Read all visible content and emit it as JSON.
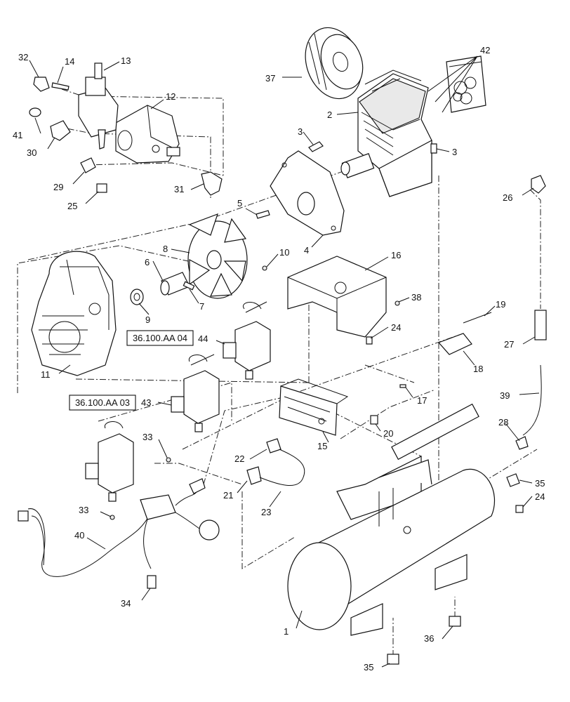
{
  "callouts": [
    {
      "id": "32",
      "label": "32"
    },
    {
      "id": "14",
      "label": "14"
    },
    {
      "id": "13",
      "label": "13"
    },
    {
      "id": "12",
      "label": "12"
    },
    {
      "id": "41",
      "label": "41"
    },
    {
      "id": "30",
      "label": "30"
    },
    {
      "id": "29",
      "label": "29"
    },
    {
      "id": "25",
      "label": "25"
    },
    {
      "id": "31",
      "label": "31"
    },
    {
      "id": "37",
      "label": "37"
    },
    {
      "id": "42",
      "label": "42"
    },
    {
      "id": "2",
      "label": "2"
    },
    {
      "id": "3a",
      "label": "3"
    },
    {
      "id": "3b",
      "label": "3"
    },
    {
      "id": "26",
      "label": "26"
    },
    {
      "id": "5",
      "label": "5"
    },
    {
      "id": "4",
      "label": "4"
    },
    {
      "id": "8",
      "label": "8"
    },
    {
      "id": "6",
      "label": "6"
    },
    {
      "id": "10",
      "label": "10"
    },
    {
      "id": "9",
      "label": "9"
    },
    {
      "id": "7",
      "label": "7"
    },
    {
      "id": "16",
      "label": "16"
    },
    {
      "id": "38",
      "label": "38"
    },
    {
      "id": "19",
      "label": "19"
    },
    {
      "id": "24a",
      "label": "24"
    },
    {
      "id": "27",
      "label": "27"
    },
    {
      "id": "44",
      "label": "44"
    },
    {
      "id": "18",
      "label": "18"
    },
    {
      "id": "11",
      "label": "11"
    },
    {
      "id": "43",
      "label": "43"
    },
    {
      "id": "17",
      "label": "17"
    },
    {
      "id": "39",
      "label": "39"
    },
    {
      "id": "20",
      "label": "20"
    },
    {
      "id": "15",
      "label": "15"
    },
    {
      "id": "28",
      "label": "28"
    },
    {
      "id": "33a",
      "label": "33"
    },
    {
      "id": "22",
      "label": "22"
    },
    {
      "id": "21",
      "label": "21"
    },
    {
      "id": "23",
      "label": "23"
    },
    {
      "id": "35a",
      "label": "35"
    },
    {
      "id": "24b",
      "label": "24"
    },
    {
      "id": "33b",
      "label": "33"
    },
    {
      "id": "40",
      "label": "40"
    },
    {
      "id": "34",
      "label": "34"
    },
    {
      "id": "1",
      "label": "1"
    },
    {
      "id": "36",
      "label": "36"
    },
    {
      "id": "35b",
      "label": "35"
    }
  ],
  "references": [
    {
      "id": "ref-aa04",
      "label": "36.100.AA 04"
    },
    {
      "id": "ref-aa03",
      "label": "36.100.AA 03"
    }
  ]
}
